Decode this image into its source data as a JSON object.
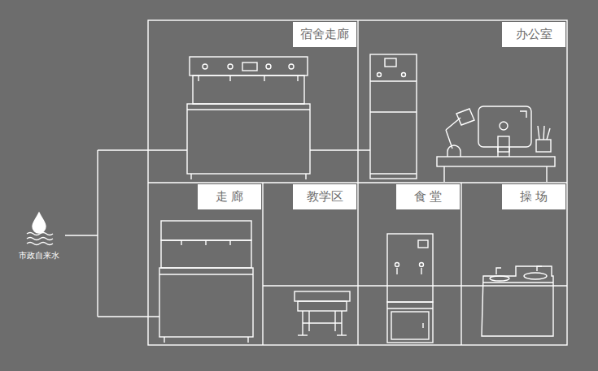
{
  "diagram": {
    "nodes": [
      {
        "text": [
          "宿舍走廊"
        ]
      },
      {
        "text": [
          "办公室"
        ]
      },
      {
        "text": [
          "走 廊"
        ]
      },
      {
        "text": [
          "教学区"
        ]
      },
      {
        "text": [
          "食 堂"
        ]
      },
      {
        "text": [
          "操 场"
        ]
      }
    ],
    "labels": [
      "市政自来水"
    ]
  }
}
